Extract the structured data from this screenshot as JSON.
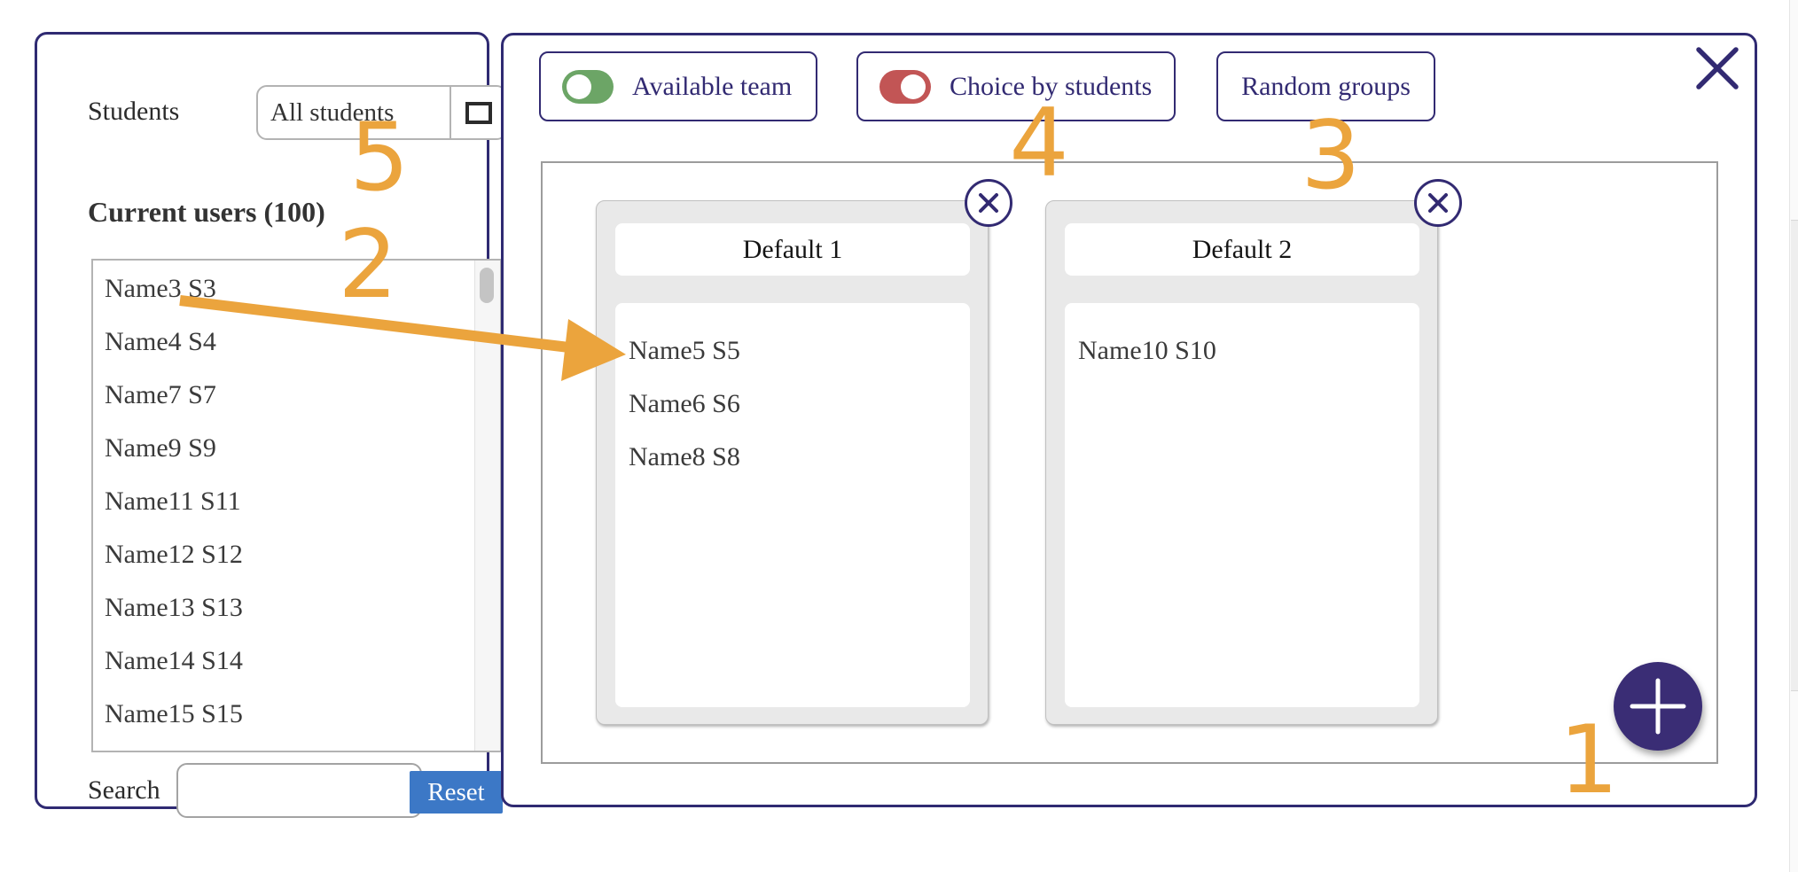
{
  "left_panel": {
    "title": "Students",
    "filter_dropdown": {
      "value": "All students"
    },
    "heading": "Current users (100)",
    "students": [
      "Name3 S3",
      "Name4 S4",
      "Name7 S7",
      "Name9 S9",
      "Name11 S11",
      "Name12 S12",
      "Name13 S13",
      "Name14 S14",
      "Name15 S15"
    ],
    "search": {
      "label": "Search",
      "value": "",
      "reset_label": "Reset"
    }
  },
  "group_dialog": {
    "toggle_buttons": [
      {
        "label": "Available team",
        "toggle_color": "#6CA566",
        "knob_position": "left"
      },
      {
        "label": "Choice by students",
        "toggle_color": "#C25555",
        "knob_position": "right"
      }
    ],
    "random_groups_label": "Random groups",
    "groups": [
      {
        "title": "Default 1",
        "members": [
          "Name5 S5",
          "Name6 S6",
          "Name8 S8"
        ]
      },
      {
        "title": "Default 2",
        "members": [
          "Name10 S10"
        ]
      }
    ]
  },
  "annotations": {
    "numbers": [
      "1",
      "2",
      "3",
      "4",
      "5"
    ],
    "arrow": {
      "from_item": "Name4 S4",
      "to_group": "Default 1"
    }
  },
  "colors": {
    "accent_indigo": "#322A72",
    "toggle_green": "#6CA566",
    "toggle_red": "#C25555",
    "reset_blue": "#3C78C6",
    "annotation_orange": "#EBA43D",
    "fab_purple": "#3A2D75"
  }
}
